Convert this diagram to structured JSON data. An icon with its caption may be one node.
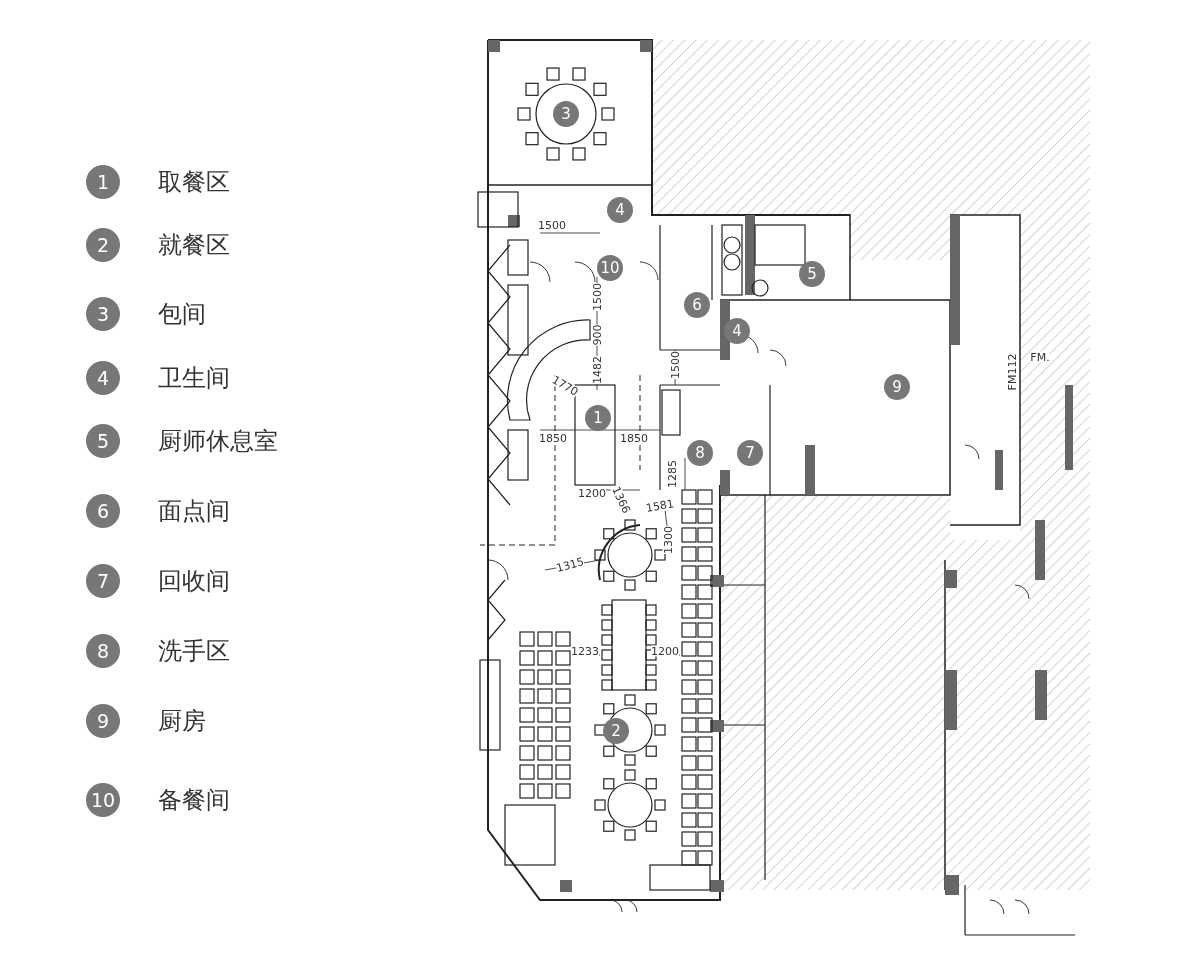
{
  "diagram": {
    "labels": [
      "1",
      "取餐区",
      "2",
      "就餐区",
      "3",
      "包间",
      "4",
      "卫生间",
      "5",
      "厨师休息室",
      "6",
      "面点间",
      "7",
      "回收间",
      "8",
      "洗手区",
      "9",
      "厨房",
      "10",
      "备餐间",
      "3",
      "4",
      "10",
      "5",
      "6",
      "4",
      "1",
      "9",
      "8",
      "7",
      "2",
      "1500",
      "1500",
      "900",
      "1482",
      "1500",
      "1770",
      "1850",
      "1850",
      "1285",
      "1200",
      "1366",
      "1581",
      "1300",
      "1315",
      "1233",
      "1200",
      "FM.",
      "FM112"
    ]
  }
}
